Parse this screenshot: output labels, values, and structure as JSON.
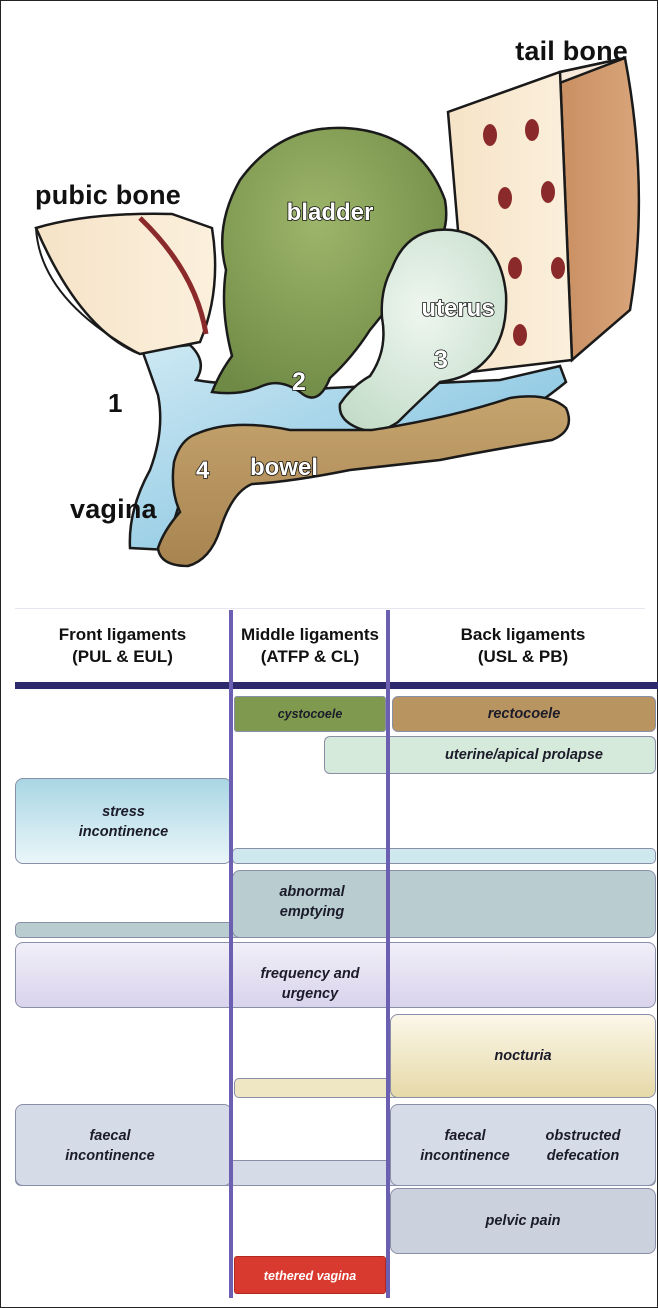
{
  "anatomy": {
    "labels": {
      "tail_bone": "tail bone",
      "pubic_bone": "pubic bone",
      "bladder": "bladder",
      "uterus": "uterus",
      "bowel": "bowel",
      "vagina": "vagina"
    },
    "numbers": {
      "n1": "1",
      "n2": "2",
      "n3": "3",
      "n4": "4"
    }
  },
  "columns": {
    "front": {
      "title": "Front ligaments",
      "subtitle": "(PUL & EUL)"
    },
    "middle": {
      "title": "Middle ligaments",
      "subtitle": "(ATFP & CL)"
    },
    "back": {
      "title": "Back ligaments",
      "subtitle": "(USL & PB)"
    }
  },
  "conditions": {
    "cystocoele": "cystocoele",
    "rectocoele": "rectocoele",
    "uterine_prolapse": "uterine/apical prolapse",
    "stress_line1": "stress",
    "stress_line2": "incontinence",
    "abnormal_line1": "abnormal",
    "abnormal_line2": "emptying",
    "frequency_line1": "frequency and",
    "frequency_line2": "urgency",
    "nocturia": "nocturia",
    "faecal_front_line1": "faecal",
    "faecal_front_line2": "incontinence",
    "faecal_back_line1": "faecal",
    "faecal_back_line2": "incontinence",
    "obstructed_line1": "obstructed",
    "obstructed_line2": "defecation",
    "pelvic_pain": "pelvic pain",
    "tethered_vagina": "tethered vagina"
  },
  "colors": {
    "header_bar": "#2d2a6e",
    "column_divider": "#6a5fb0",
    "cystocoele": "#7f9a4e",
    "rectocoele": "#b89560",
    "uterine_prolapse": "#d6eadb",
    "stress": "#cfe8ee",
    "abnormal_emptying": "#b9cdd1",
    "frequency_urgency": "#e2def0",
    "nocturia": "#efe6c4",
    "faecal_incontinence": "#d6dbe8",
    "pelvic_pain": "#ccd1de",
    "tethered_vagina": "#d83a30"
  }
}
